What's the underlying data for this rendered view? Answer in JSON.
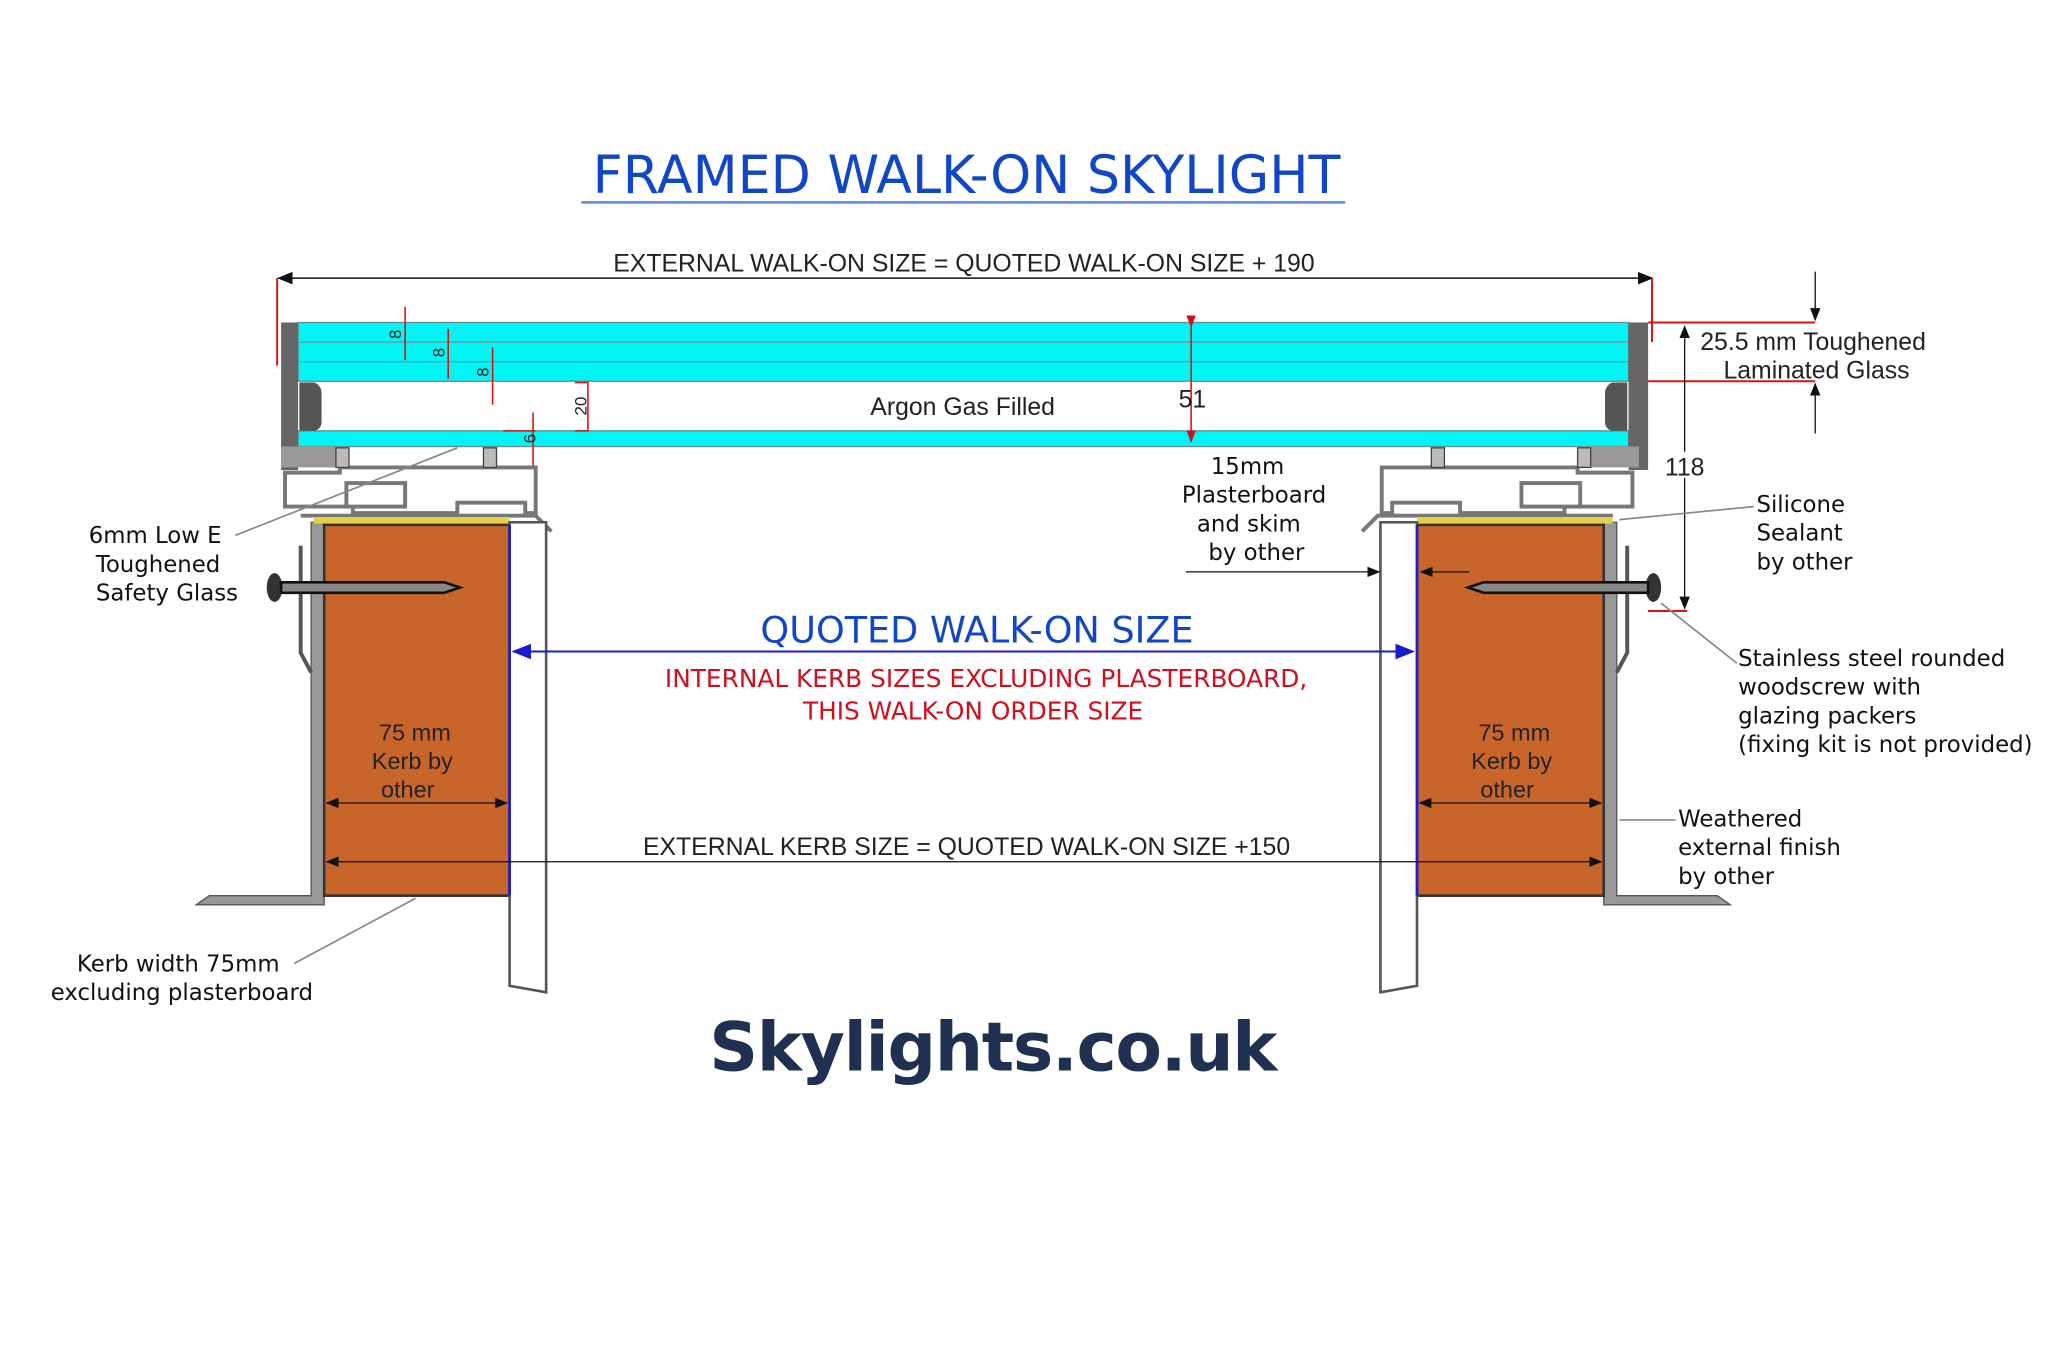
{
  "title": "FRAMED WALK-ON SKYLIGHT",
  "dimensions": {
    "external_walk_on": "EXTERNAL WALK-ON SIZE = QUOTED WALK-ON SIZE + 190",
    "external_kerb": "EXTERNAL KERB SIZE = QUOTED WALK-ON SIZE +150",
    "quoted_walk_on": "QUOTED WALK-ON SIZE",
    "internal_note_line1": "INTERNAL KERB SIZES EXCLUDING PLASTERBOARD,",
    "internal_note_line2": "THIS WALK-ON ORDER SIZE",
    "layer1": "8",
    "layer2": "8",
    "layer3": "8",
    "gap": "20",
    "bottom_glass": "6",
    "unit_height": "51",
    "frame_height": "118",
    "argon": "Argon Gas Filled"
  },
  "kerb_left": [
    "75 mm",
    "Kerb by",
    "other"
  ],
  "kerb_right": [
    "75 mm",
    "Kerb by",
    "other"
  ],
  "annotations": {
    "low_e": [
      "6mm Low E",
      "Toughened",
      "Safety Glass"
    ],
    "kerb_width": [
      "Kerb width 75mm",
      "excluding plasterboard"
    ],
    "plasterboard": [
      "15mm",
      "Plasterboard",
      "and skim",
      "by other"
    ],
    "laminated": [
      "25.5 mm Toughened",
      "Laminated Glass"
    ],
    "silicone": [
      "Silicone",
      "Sealant",
      "by other"
    ],
    "screw": [
      "Stainless steel rounded",
      "woodscrew with",
      "glazing packers",
      "(fixing kit is not provided)"
    ],
    "weathered": [
      "Weathered",
      "external finish",
      "by other"
    ]
  },
  "logo": "Skylights.co.uk",
  "colors": {
    "glass": "#00f5f5",
    "kerb": "#c8652a",
    "title": "#1246c8",
    "note": "#d0101e",
    "logo": "#1f3050"
  }
}
